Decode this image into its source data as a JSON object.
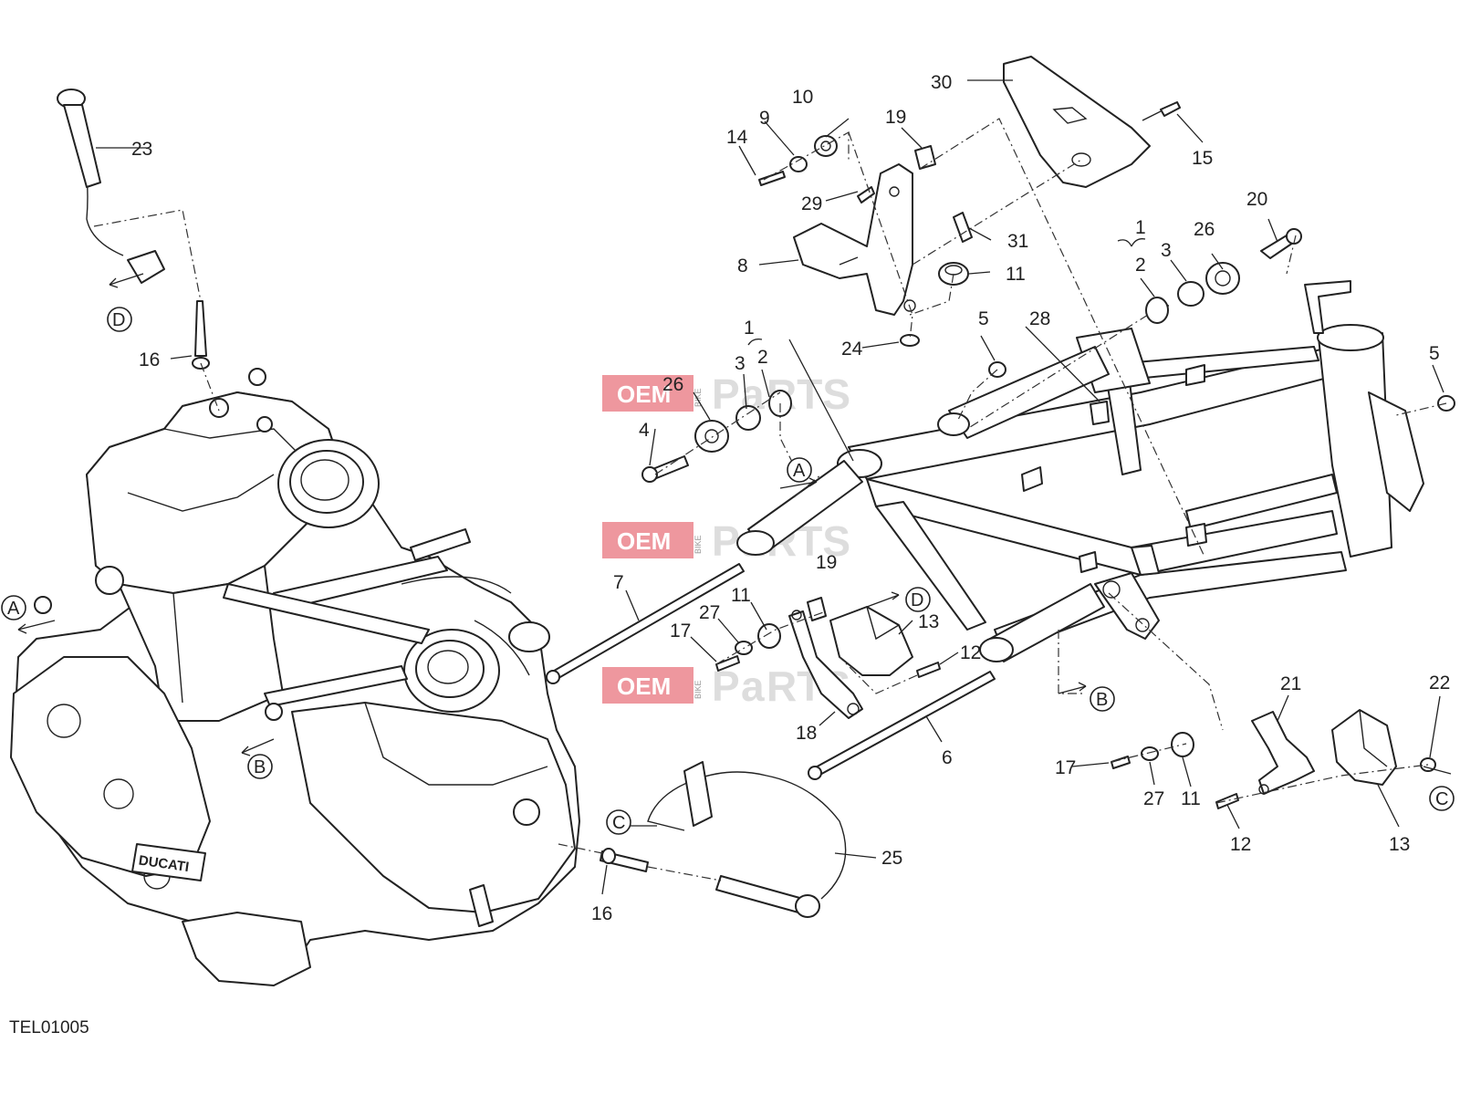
{
  "diagram": {
    "code": "TEL01005",
    "watermark": {
      "brand": "OEM",
      "word_a": "P",
      "word_b": "a",
      "word_c": "RTS",
      "side": "BIKE"
    },
    "callouts": [
      "1",
      "2",
      "3",
      "4",
      "5",
      "6",
      "7",
      "8",
      "9",
      "10",
      "11",
      "12",
      "13",
      "14",
      "15",
      "16",
      "17",
      "18",
      "19",
      "20",
      "21",
      "22",
      "23",
      "24",
      "25",
      "26",
      "27",
      "28",
      "29",
      "30",
      "31"
    ],
    "references": [
      "A",
      "B",
      "C",
      "D"
    ],
    "logo_text": "DUCATI"
  }
}
